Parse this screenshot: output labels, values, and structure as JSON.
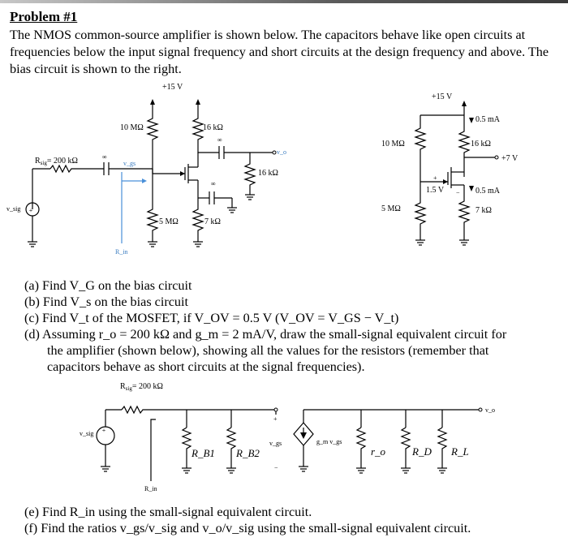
{
  "header": {
    "title": "Problem #1",
    "intro": "The NMOS common-source amplifier is shown below. The capacitors behave like open circuits at frequencies below the input signal frequency and short circuits at the design frequency and above. The bias circuit is shown to the right."
  },
  "amplifier": {
    "vdd": "+15 V",
    "r1": "10 MΩ",
    "rd": "16 kΩ",
    "rsig": "= 200 kΩ",
    "rsig_sub": "sig",
    "r2": "5 MΩ",
    "rs": "7 kΩ",
    "rl": "16 kΩ",
    "cap_inf": "∞",
    "vsig": "v_sig",
    "vgs": "v_gs",
    "vo": "v_o",
    "rin": "R_in"
  },
  "bias": {
    "vdd": "+15 V",
    "r1": "10 MΩ",
    "r2": "5 MΩ",
    "id_top": "0.5 mA",
    "rd": "16 kΩ",
    "vd": "+7 V",
    "vgs": "1.5 V",
    "id_bottom": "0.5 mA",
    "rs": "7 kΩ",
    "plus": "+",
    "minus": "−"
  },
  "questions": {
    "a": "(a) Find V_G on the bias circuit",
    "b": "(b) Find V_s on the bias circuit",
    "c": "(c) Find V_t of the MOSFET, if V_OV = 0.5 V (V_OV = V_GS − V_t)",
    "d_line1": "(d) Assuming r_o = 200 kΩ and g_m = 2 mA/V, draw the small-signal equivalent circuit for",
    "d_line2": "the amplifier (shown below), showing all the values for the resistors (remember that",
    "d_line3": "capacitors behave as short circuits at the signal frequencies).",
    "e": "(e) Find R_in using the small-signal equivalent circuit.",
    "f": "(f) Find the ratios v_gs/v_sig and v_o/v_sig using the small-signal equivalent circuit."
  },
  "small_signal": {
    "rsig": "= 200 kΩ",
    "vsig": "v_sig",
    "rb1": "R_B1",
    "rb2": "R_B2",
    "vgs": "v_gs",
    "gm_vgs": "g_m v_gs",
    "ro": "r_o",
    "rd": "R_D",
    "rl": "R_L",
    "vo": "v_o",
    "rin": "R_in",
    "plus": "+",
    "minus": "−"
  }
}
